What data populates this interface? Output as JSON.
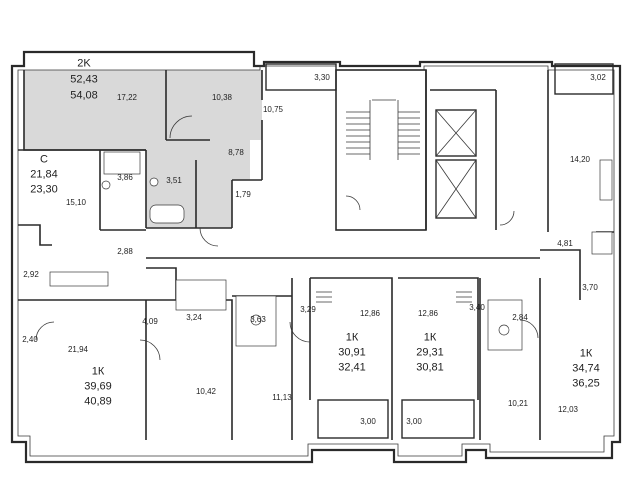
{
  "apartments": [
    {
      "id": "apt-2k",
      "type": "2K",
      "living_area": "52,43",
      "total_area": "54,08",
      "highlighted": true
    },
    {
      "id": "apt-c",
      "type": "С",
      "living_area": "21,84",
      "total_area": "23,30"
    },
    {
      "id": "apt-1k-a",
      "type": "1К",
      "living_area": "39,69",
      "total_area": "40,89"
    },
    {
      "id": "apt-1k-b",
      "type": "1К",
      "living_area": "30,91",
      "total_area": "32,41"
    },
    {
      "id": "apt-1k-c",
      "type": "1К",
      "living_area": "29,31",
      "total_area": "30,81"
    },
    {
      "id": "apt-1k-d",
      "type": "1К",
      "living_area": "34,74",
      "total_area": "36,25"
    }
  ],
  "room_areas": {
    "r1": "17,22",
    "r2": "10,38",
    "r3": "3,30",
    "r4": "3,02",
    "r5": "10,75",
    "r6": "8,78",
    "r7": "3,86",
    "r8": "3,51",
    "r9": "1,79",
    "r10": "15,10",
    "r11": "14,20",
    "r12": "2,88",
    "r13": "2,92",
    "r14": "4,81",
    "r15": "4,09",
    "r16": "3,24",
    "r17": "3,63",
    "r18": "3,29",
    "r19": "12,86",
    "r20": "12,86",
    "r21": "3,40",
    "r22": "2,84",
    "r23": "3,70",
    "r24": "2,40",
    "r25": "21,94",
    "r26": "10,42",
    "r27": "11,13",
    "r28": "10,21",
    "r29": "12,03",
    "r30": "3,00",
    "r31": "3,00"
  },
  "colors": {
    "highlight": "#d9d9d9",
    "wall": "#2a2a2a",
    "background": "#ffffff"
  }
}
